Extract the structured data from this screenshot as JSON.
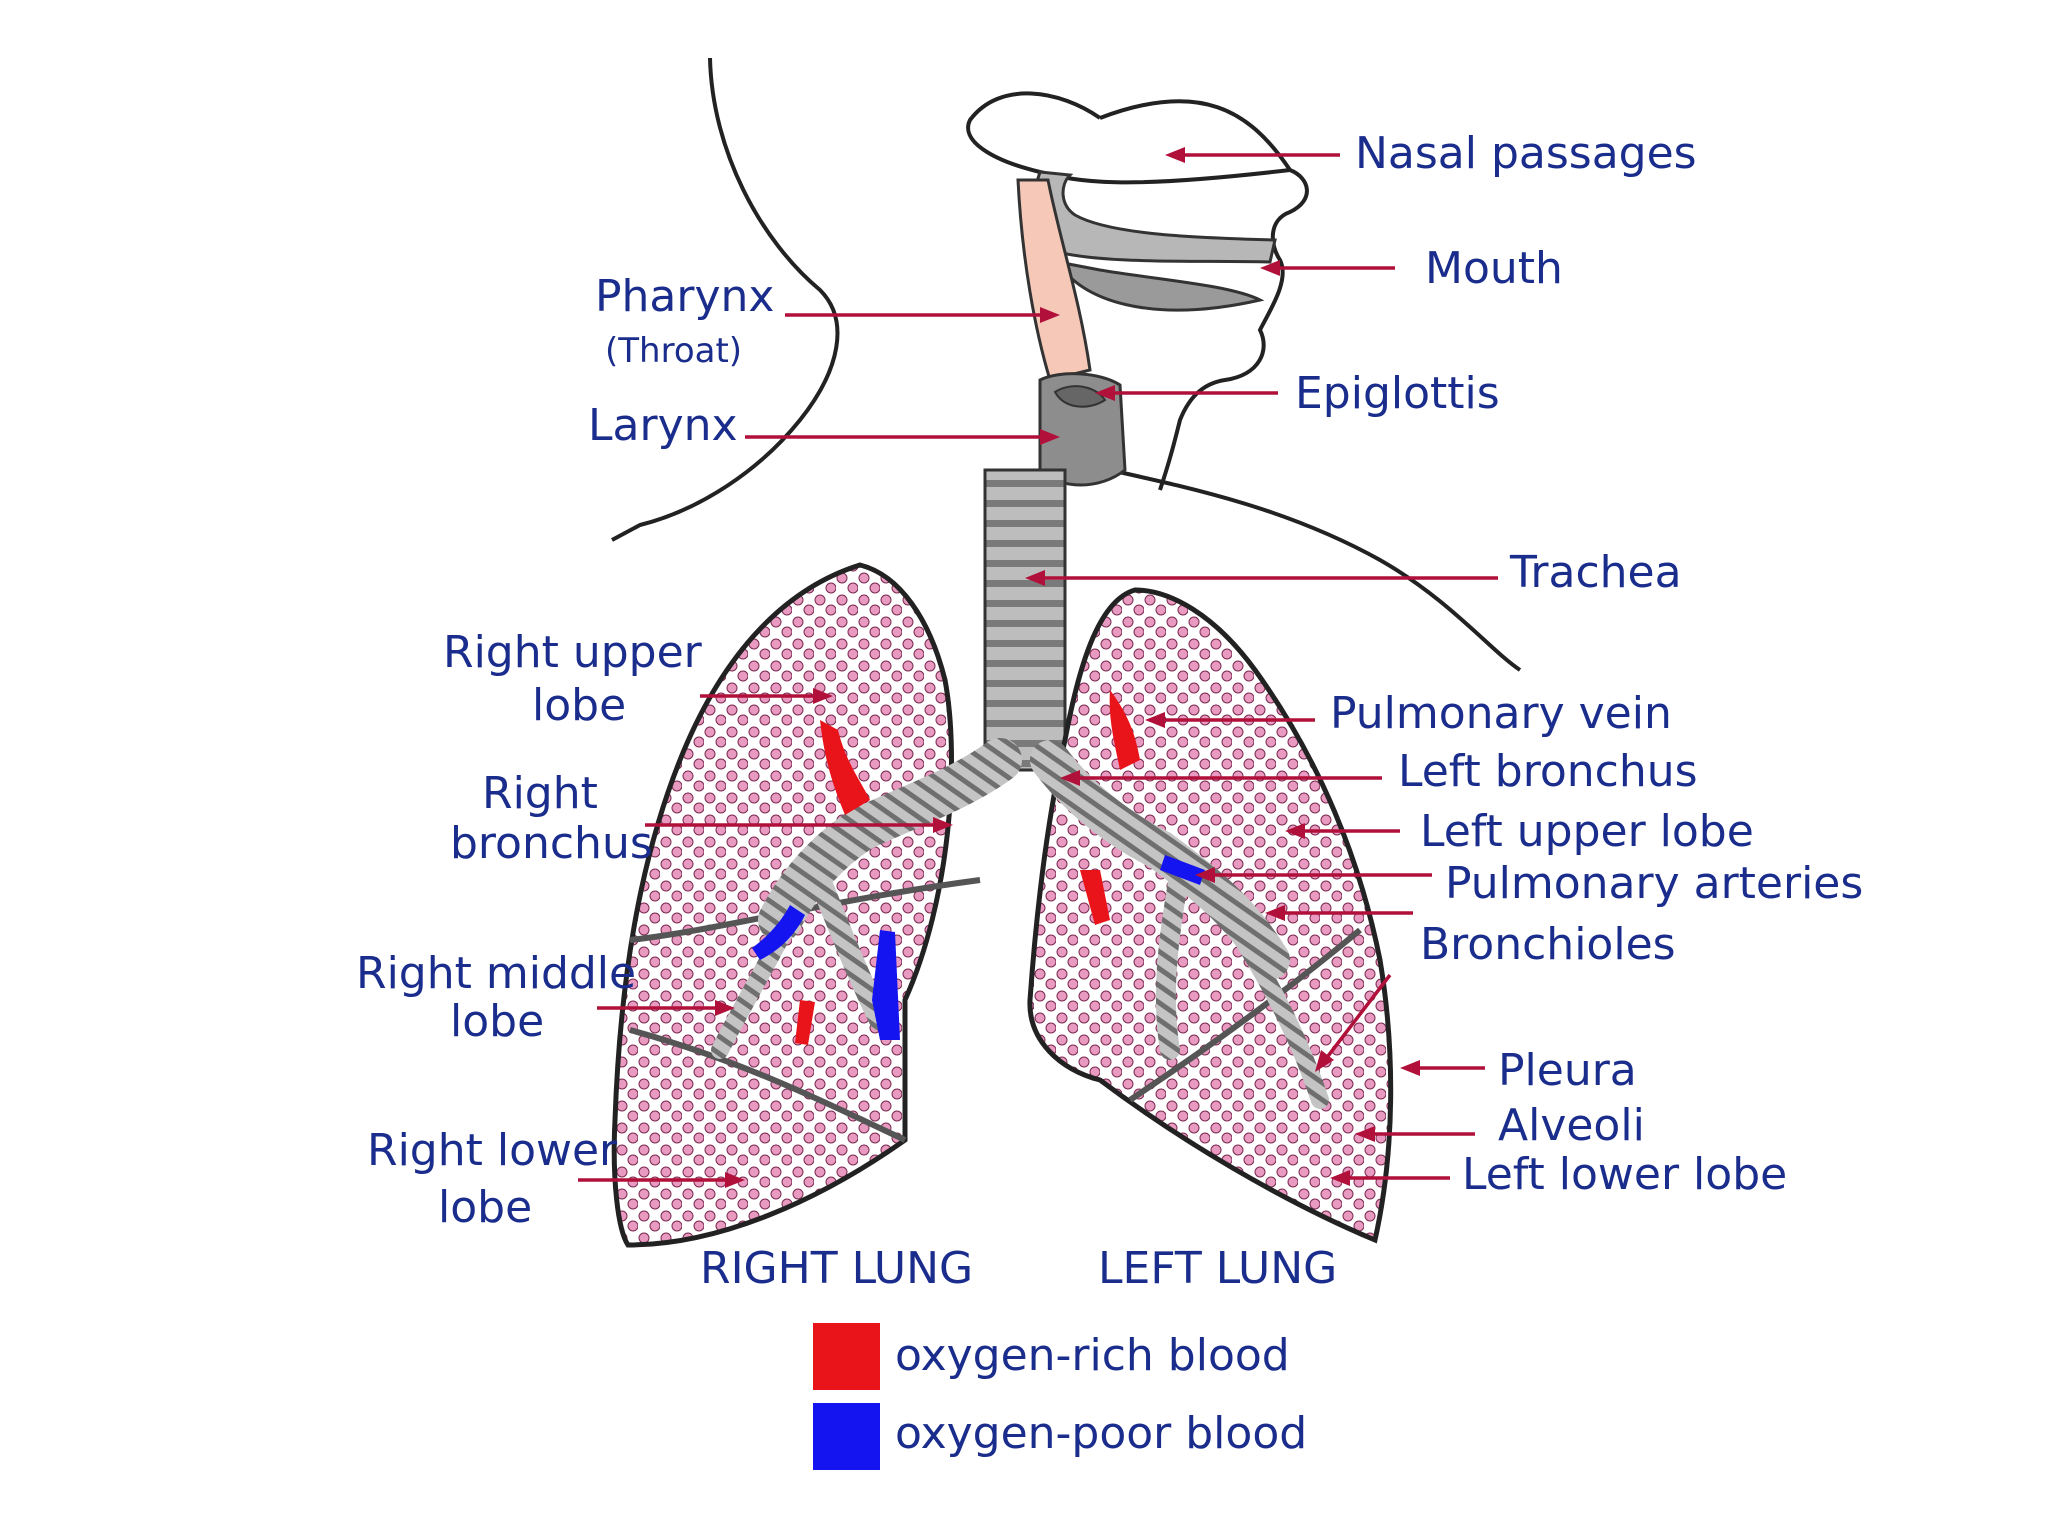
{
  "labels": {
    "nasal_passages": "Nasal passages",
    "mouth": "Mouth",
    "pharynx": "Pharynx",
    "throat": "(Throat)",
    "larynx": "Larynx",
    "epiglottis": "Epiglottis",
    "trachea": "Trachea",
    "right_upper_lobe_1": "Right upper",
    "right_upper_lobe_2": "lobe",
    "right_bronchus_1": "Right",
    "right_bronchus_2": "bronchus",
    "right_middle_lobe_1": "Right middle",
    "right_middle_lobe_2": "lobe",
    "right_lower_lobe_1": "Right lower",
    "right_lower_lobe_2": "lobe",
    "pulmonary_vein": "Pulmonary vein",
    "left_bronchus": "Left bronchus",
    "left_upper_lobe": "Left upper lobe",
    "pulmonary_arteries": "Pulmonary arteries",
    "bronchioles": "Bronchioles",
    "pleura": "Pleura",
    "alveoli": "Alveoli",
    "left_lower_lobe": "Left lower lobe",
    "right_lung": "RIGHT LUNG",
    "left_lung": "LEFT LUNG"
  },
  "legend": {
    "oxygen_rich": {
      "label": "oxygen-rich blood",
      "color": "#e8141a"
    },
    "oxygen_poor": {
      "label": "oxygen-poor blood",
      "color": "#1414f0"
    }
  },
  "colors": {
    "text": "#1a2d8c",
    "leader": "#b0103a",
    "alveoli": "#e89ac0",
    "airway": "#a8a8a8",
    "pharynx": "#f6c8b8"
  }
}
